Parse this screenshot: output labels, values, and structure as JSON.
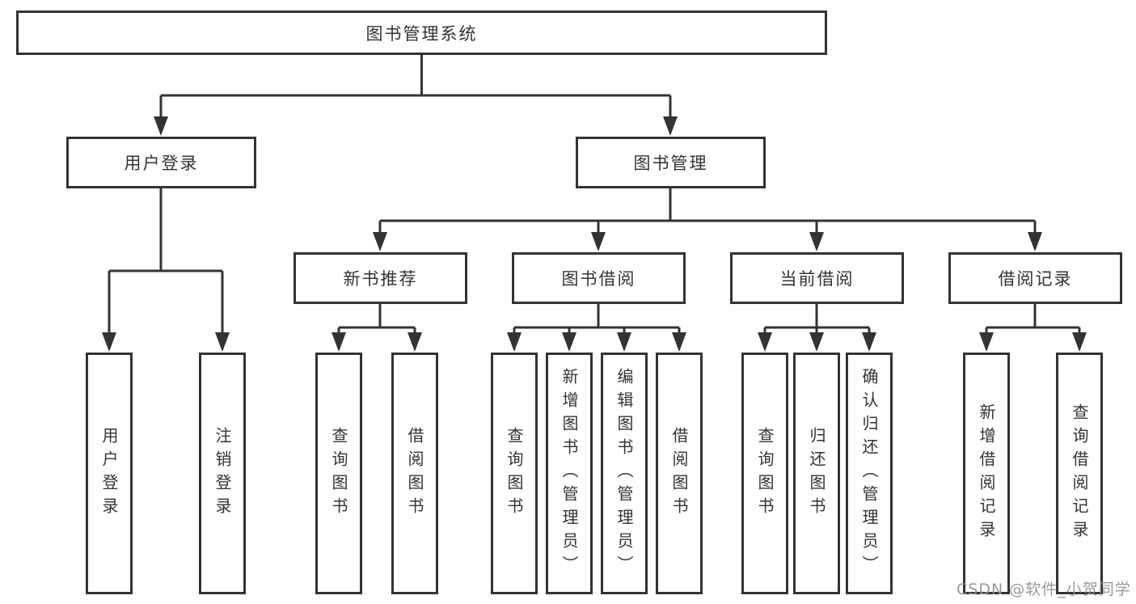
{
  "tree": {
    "label": "图书管理系统",
    "children": [
      {
        "label": "用户登录",
        "children": [
          {
            "label": "用户登录"
          },
          {
            "label": "注销登录"
          }
        ]
      },
      {
        "label": "图书管理",
        "children": [
          {
            "label": "新书推荐",
            "children": [
              {
                "label": "查询图书"
              },
              {
                "label": "借阅图书"
              }
            ]
          },
          {
            "label": "图书借阅",
            "children": [
              {
                "label": "查询图书"
              },
              {
                "label": "新增图书（管理员）"
              },
              {
                "label": "编辑图书（管理员）"
              },
              {
                "label": "借阅图书"
              }
            ]
          },
          {
            "label": "当前借阅",
            "children": [
              {
                "label": "查询图书"
              },
              {
                "label": "归还图书"
              },
              {
                "label": "确认归还（管理员）"
              }
            ]
          },
          {
            "label": "借阅记录",
            "children": [
              {
                "label": "新增借阅记录"
              },
              {
                "label": "查询借阅记录"
              }
            ]
          }
        ]
      }
    ]
  },
  "watermark": {
    "text": "CSDN @软件_小贺同学"
  },
  "colors": {
    "line": "#333333",
    "box_border": "#333333",
    "box_fill": "#ffffff",
    "text": "#333333",
    "watermark": "#949494",
    "background": "#ffffff"
  }
}
